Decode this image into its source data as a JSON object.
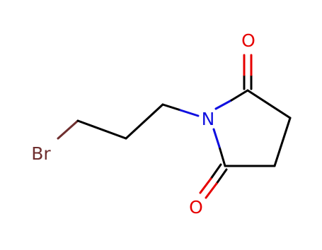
{
  "molecule": {
    "atoms": {
      "bromine": {
        "label": "Br",
        "color": "#6f2f2f"
      },
      "nitrogen": {
        "label": "N",
        "color": "#1010e0"
      },
      "oxygen_top": {
        "label": "O",
        "color": "#e60000"
      },
      "oxygen_bottom": {
        "label": "O",
        "color": "#e60000"
      }
    },
    "bond_color": "#000000"
  }
}
